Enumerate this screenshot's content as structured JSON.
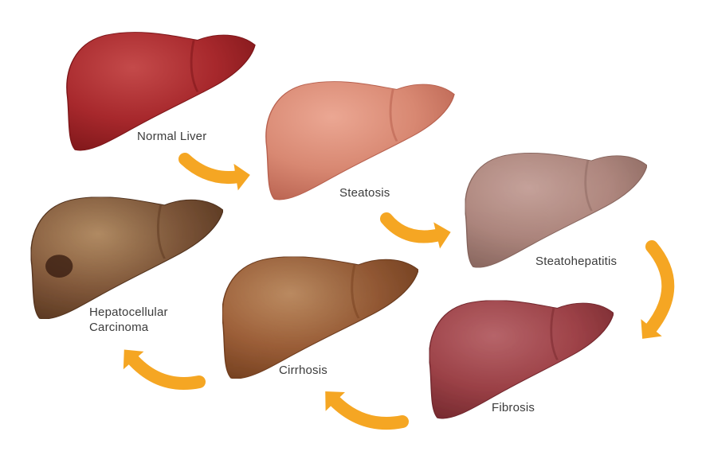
{
  "stages": [
    {
      "id": "normal",
      "label": "Normal Liver",
      "color": "#a7282c",
      "dark": "#7d1619",
      "light": "#c44a4a",
      "texture": "smooth"
    },
    {
      "id": "steatosis",
      "label": "Steatosis",
      "color": "#d88872",
      "dark": "#b8614f",
      "light": "#eba793",
      "texture": "smooth"
    },
    {
      "id": "steatohepatitis",
      "label": "Steatohepatitis",
      "color": "#b58c83",
      "dark": "#8e6a62",
      "light": "#cfaaa2",
      "texture": "mottled"
    },
    {
      "id": "fibrosis",
      "label": "Fibrosis",
      "color": "#a4454b",
      "dark": "#7a2a30",
      "light": "#c06a6f",
      "texture": "mottled"
    },
    {
      "id": "cirrhosis",
      "label": "Cirrhosis",
      "color": "#a6653c",
      "dark": "#7a4321",
      "light": "#cf9a6c",
      "texture": "nodular"
    },
    {
      "id": "hcc",
      "label": "Hepatocellular Carcinoma",
      "label_lines": [
        "Hepatocellular",
        "Carcinoma"
      ],
      "color": "#8c6040",
      "dark": "#5e3a22",
      "light": "#c49a6e",
      "texture": "nodular"
    }
  ],
  "arrow_color": "#f5a623"
}
